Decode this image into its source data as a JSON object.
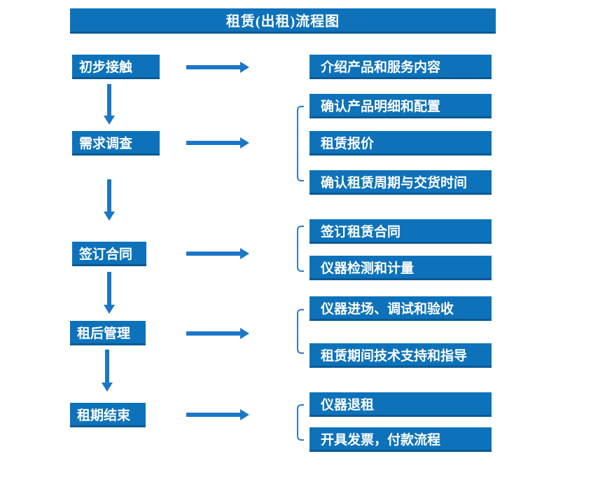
{
  "title": "租赁(出租)流程图",
  "colors": {
    "box-blue": "#0d72ba",
    "box-edge": "#0a5a95",
    "arrow-blue": "#1b76c6",
    "bracket-blue": "#3079c4",
    "text-white": "#ffffff"
  },
  "flow": {
    "steps": [
      {
        "label": "初步接触",
        "outputs": [
          "介绍产品和服务内容"
        ]
      },
      {
        "label": "需求调查",
        "outputs": [
          "确认产品明细和配置",
          "租赁报价",
          "确认租赁周期与交货时间"
        ]
      },
      {
        "label": "签订合同",
        "outputs": [
          "签订租赁合同",
          "仪器检测和计量"
        ]
      },
      {
        "label": "租后管理",
        "outputs": [
          "仪器进场、调试和验收",
          "租赁期间技术支持和指导"
        ]
      },
      {
        "label": "租期结束",
        "outputs": [
          "仪器退租",
          "开具发票，付款流程"
        ]
      }
    ]
  }
}
